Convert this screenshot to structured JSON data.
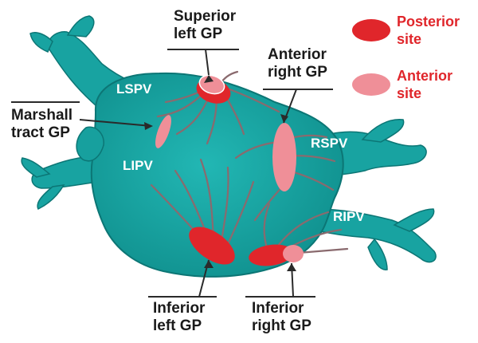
{
  "labels": {
    "superior_left": [
      "Superior",
      "left GP"
    ],
    "anterior_right": [
      "Anterior",
      "right GP"
    ],
    "marshall": [
      "Marshall",
      "tract GP"
    ],
    "inferior_left": [
      "Inferior",
      "left GP"
    ],
    "inferior_right": [
      "Inferior",
      "right GP"
    ]
  },
  "veins": {
    "lspv": "LSPV",
    "lipv": "LIPV",
    "rspv": "RSPV",
    "ripv": "RIPV"
  },
  "legend": [
    {
      "label": [
        "Posterior",
        "site"
      ],
      "color": "#e0262b"
    },
    {
      "label": [
        "Anterior",
        "site"
      ],
      "color": "#ef8f98"
    }
  ],
  "colors": {
    "atrium": "#1aa7a5",
    "atrium_shadow": "#0e7f7d",
    "nerve": "#8a6a6e",
    "posterior": "#e0262b",
    "anterior": "#ef8f98"
  }
}
